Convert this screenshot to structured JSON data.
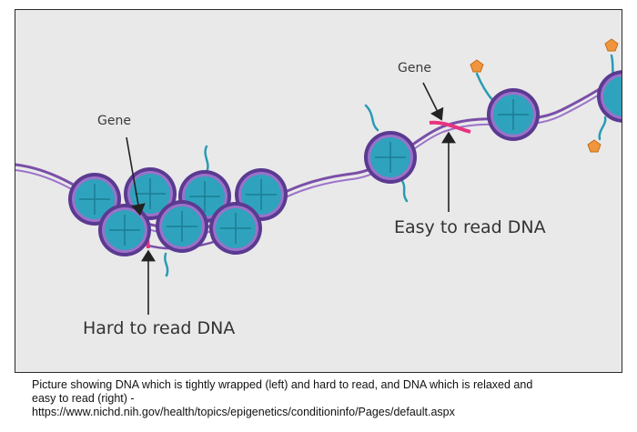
{
  "labels": {
    "gene_left": "Gene",
    "gene_right": "Gene",
    "hard": "Hard to read DNA",
    "easy": "Easy to read DNA"
  },
  "caption": {
    "line1": "Picture showing DNA which is tightly wrapped (left) and hard to read, and DNA which is relaxed and",
    "line2": "easy to read (right) -",
    "line3": "https://www.nichd.nih.gov/health/topics/epigenetics/conditioninfo/Pages/default.aspx"
  },
  "colors": {
    "background": "#e9e9e9",
    "dna_strand": "#7a4fa8",
    "histone_fill": "#2fa3bd",
    "histone_rim": "#5b3a91",
    "gene_highlight": "#e8337f",
    "histone_tail": "#2a9bb5",
    "methyl_tag": "#f0953b"
  }
}
